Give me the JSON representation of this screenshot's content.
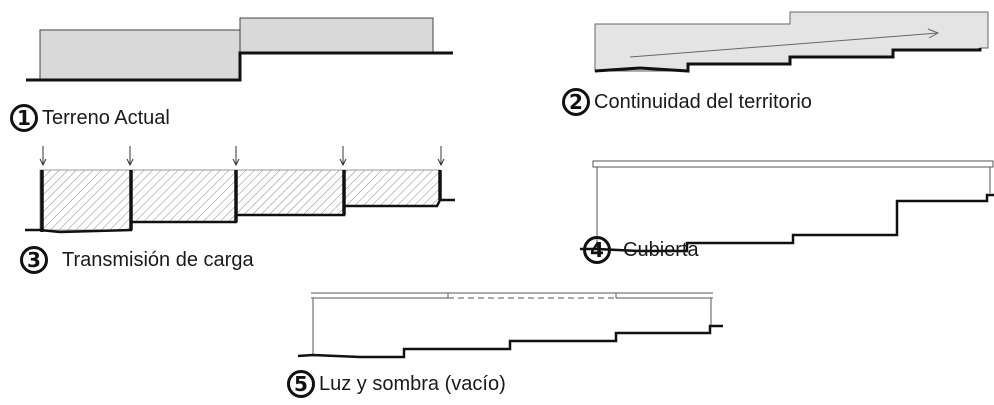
{
  "panels": [
    {
      "number": "1",
      "caption": "Terreno Actual"
    },
    {
      "number": "2",
      "caption": "Continuidad del territorio"
    },
    {
      "number": "3",
      "caption": "Transmisión de carga"
    },
    {
      "number": "4",
      "caption": "Cubierta"
    },
    {
      "number": "5",
      "caption": "Luz y sombra (vacío)"
    }
  ],
  "colors": {
    "fill": "#d9d9d9",
    "line": "#111111",
    "hatch": "#777777"
  }
}
